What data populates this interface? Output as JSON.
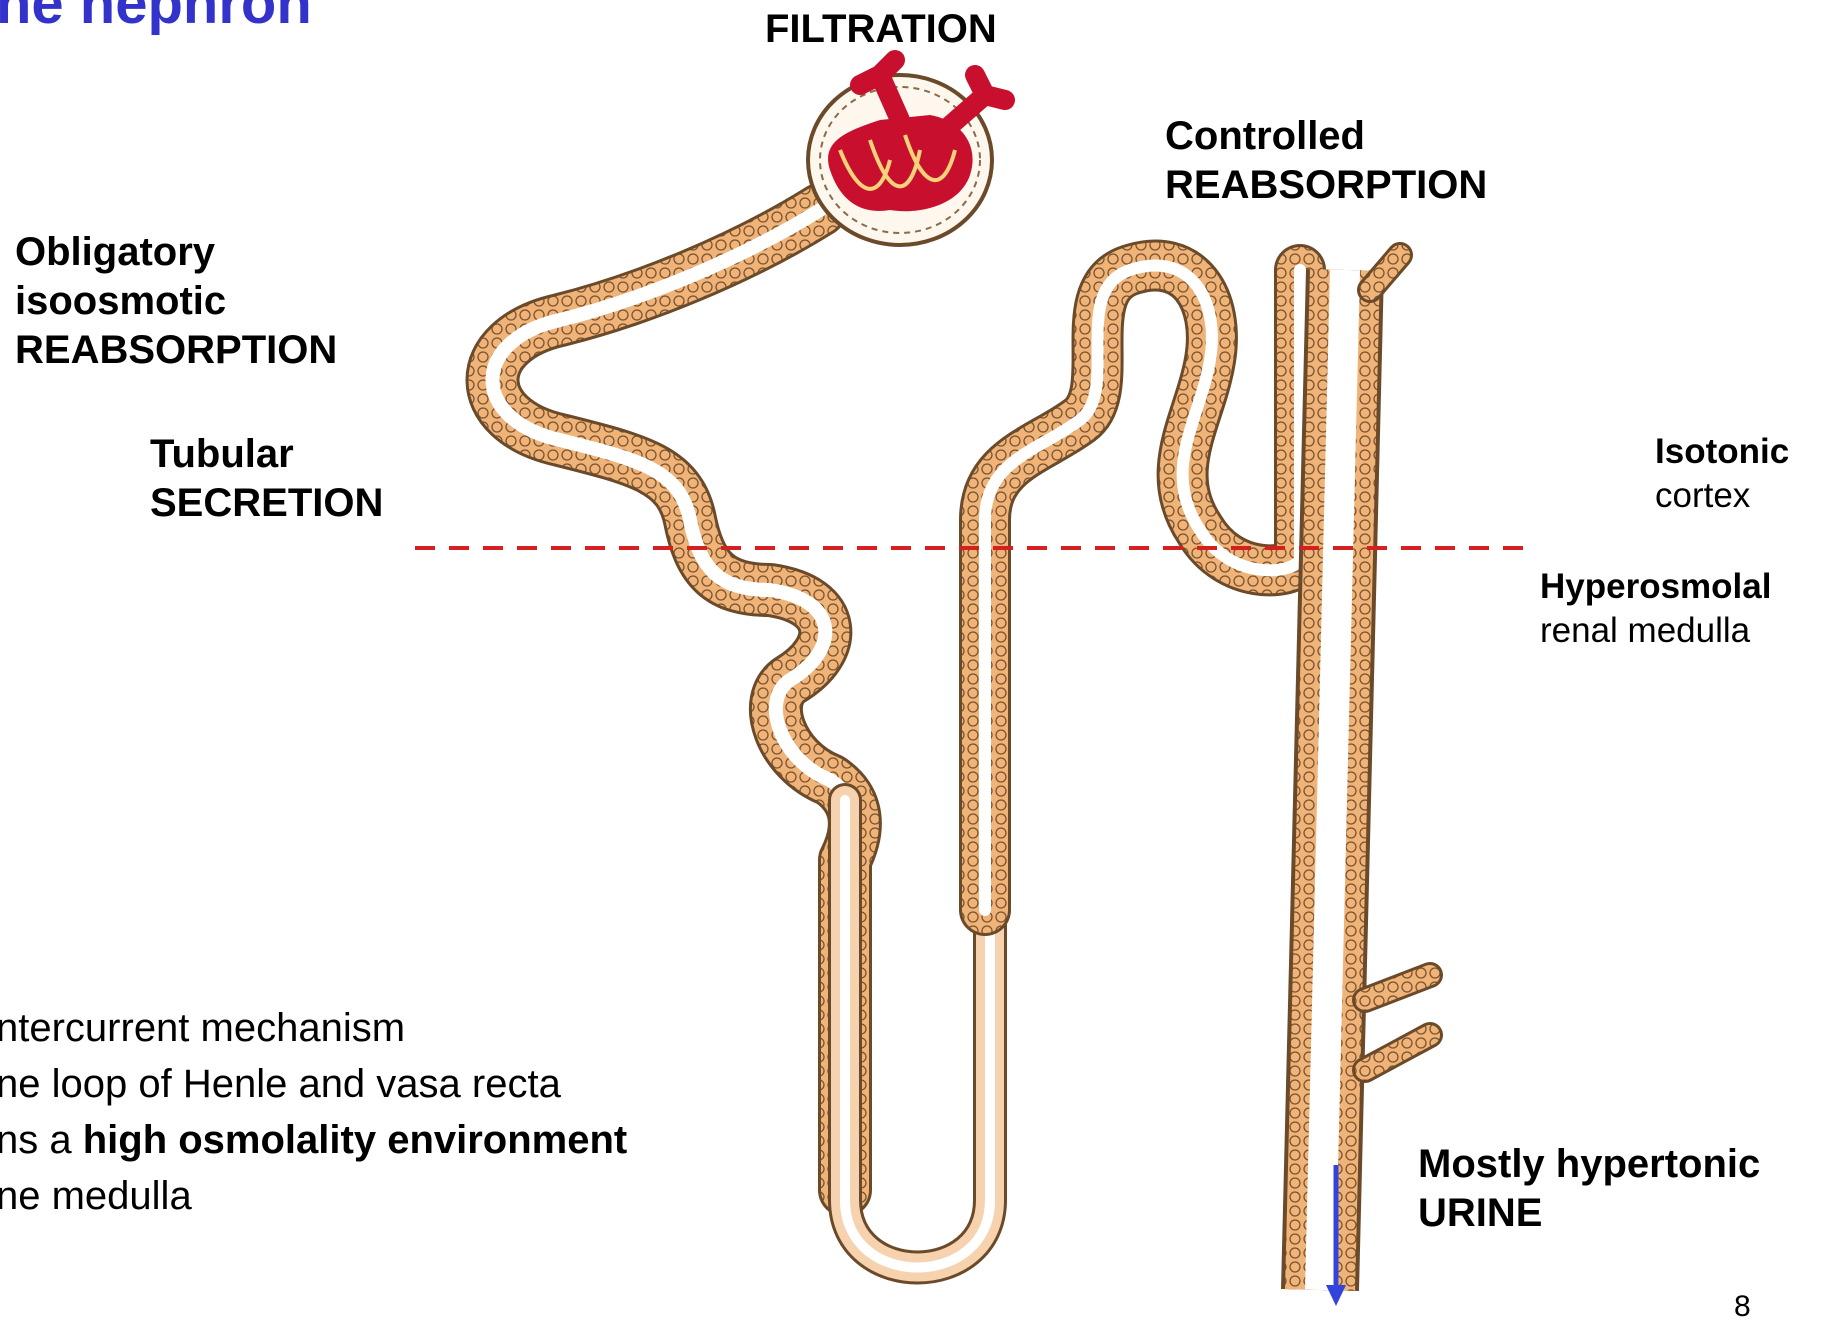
{
  "slide": {
    "title_fragment": "ne nephron",
    "page_number": "8"
  },
  "labels": {
    "filtration": "FILTRATION",
    "controlled_line1": "Controlled",
    "controlled_line2": "REABSORPTION",
    "obligatory_line1": "Obligatory",
    "obligatory_line2": "isoosmotic",
    "obligatory_line3": "REABSORPTION",
    "tubular_line1": "Tubular",
    "tubular_line2": "SECRETION",
    "isotonic": "Isotonic",
    "cortex": "cortex",
    "hyperosmolal": "Hyperosmolal",
    "renal_medulla": "renal medulla",
    "urine_line1": "Mostly hypertonic",
    "urine_line2": "URINE"
  },
  "note": {
    "line1": "ntercurrent mechanism",
    "line2": "ne loop of Henle and vasa recta",
    "line3_prefix": "ns a ",
    "line3_bold": "high osmolality environment",
    "line4": "ne medulla"
  },
  "colors": {
    "title": "#3333cc",
    "tubule_fill": "#f0b478",
    "tubule_outline": "#6b4a2a",
    "lumen": "#ffffff",
    "glomerulus": "#c8102e",
    "boundary_line": "#d42020",
    "urine_arrow": "#3344dd"
  }
}
